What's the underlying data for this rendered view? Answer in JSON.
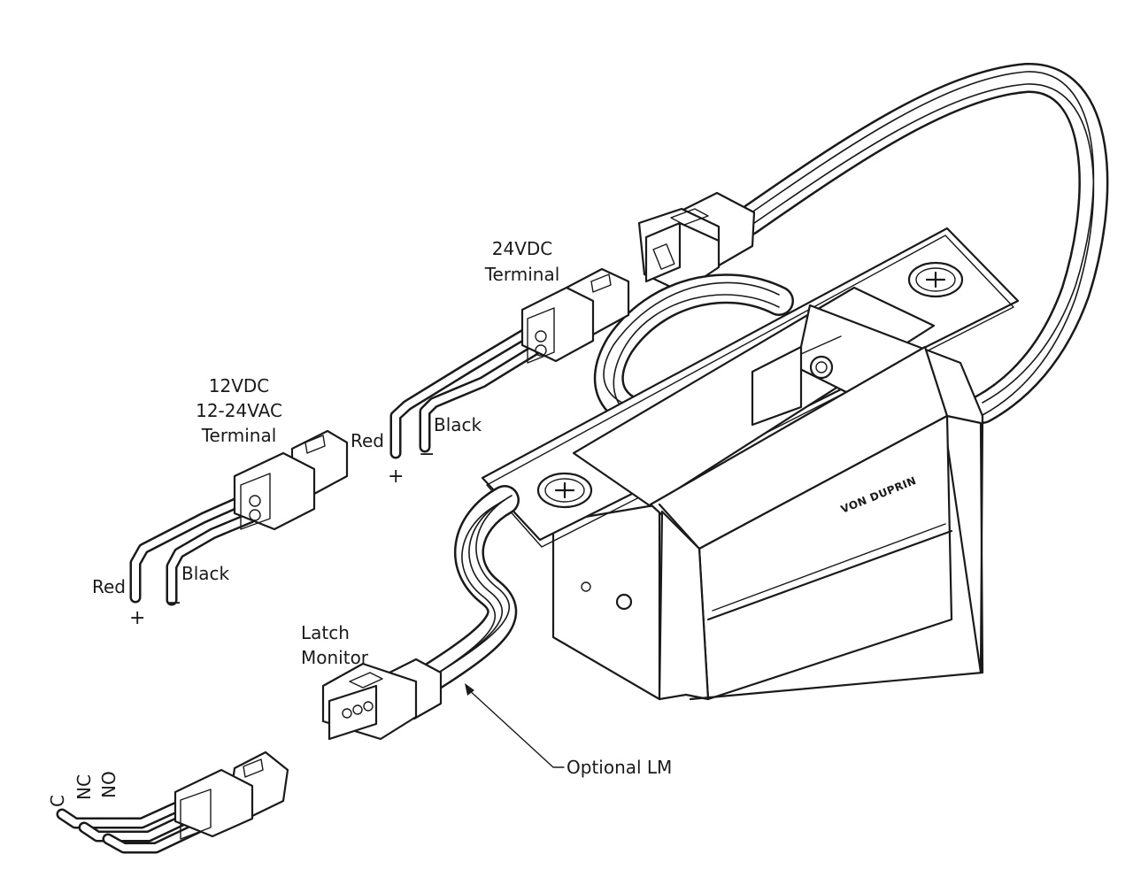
{
  "labels": {
    "dc24_terminal": {
      "line1": "24VDC",
      "line2": "Terminal"
    },
    "ac_terminal": {
      "line1": "12VDC",
      "line2": "12-24VAC",
      "line3": "Terminal"
    },
    "red_label": "Red",
    "black_label": "Black",
    "plus_symbol": "+",
    "minus_symbol": "−",
    "latch_monitor": {
      "line1": "Latch",
      "line2": "Monitor"
    },
    "optional_lm": "Optional LM",
    "pin_c": "C",
    "pin_nc": "NC",
    "pin_no": "NO",
    "brand": "VON DUPRIN"
  },
  "colors": {
    "line": "#1a1a1a",
    "background": "#ffffff"
  }
}
